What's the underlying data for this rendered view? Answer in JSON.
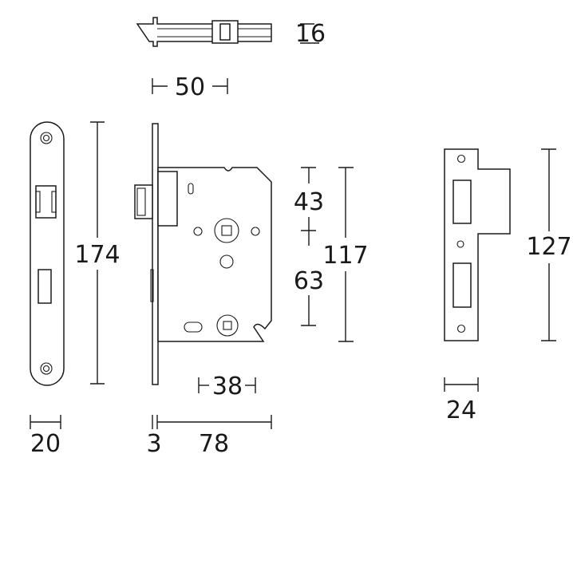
{
  "dimensions": {
    "latch_thickness": "16",
    "latch_length": "50",
    "faceplate_width": "20",
    "faceplate_height": "174",
    "forend_thickness": "3",
    "case_depth": "78",
    "backset": "38",
    "spindle_upper": "43",
    "spindle_lower": "63",
    "case_height": "117",
    "strike_height": "127",
    "strike_width": "24"
  },
  "colors": {
    "line": "#1a1a1a",
    "background": "#ffffff"
  }
}
